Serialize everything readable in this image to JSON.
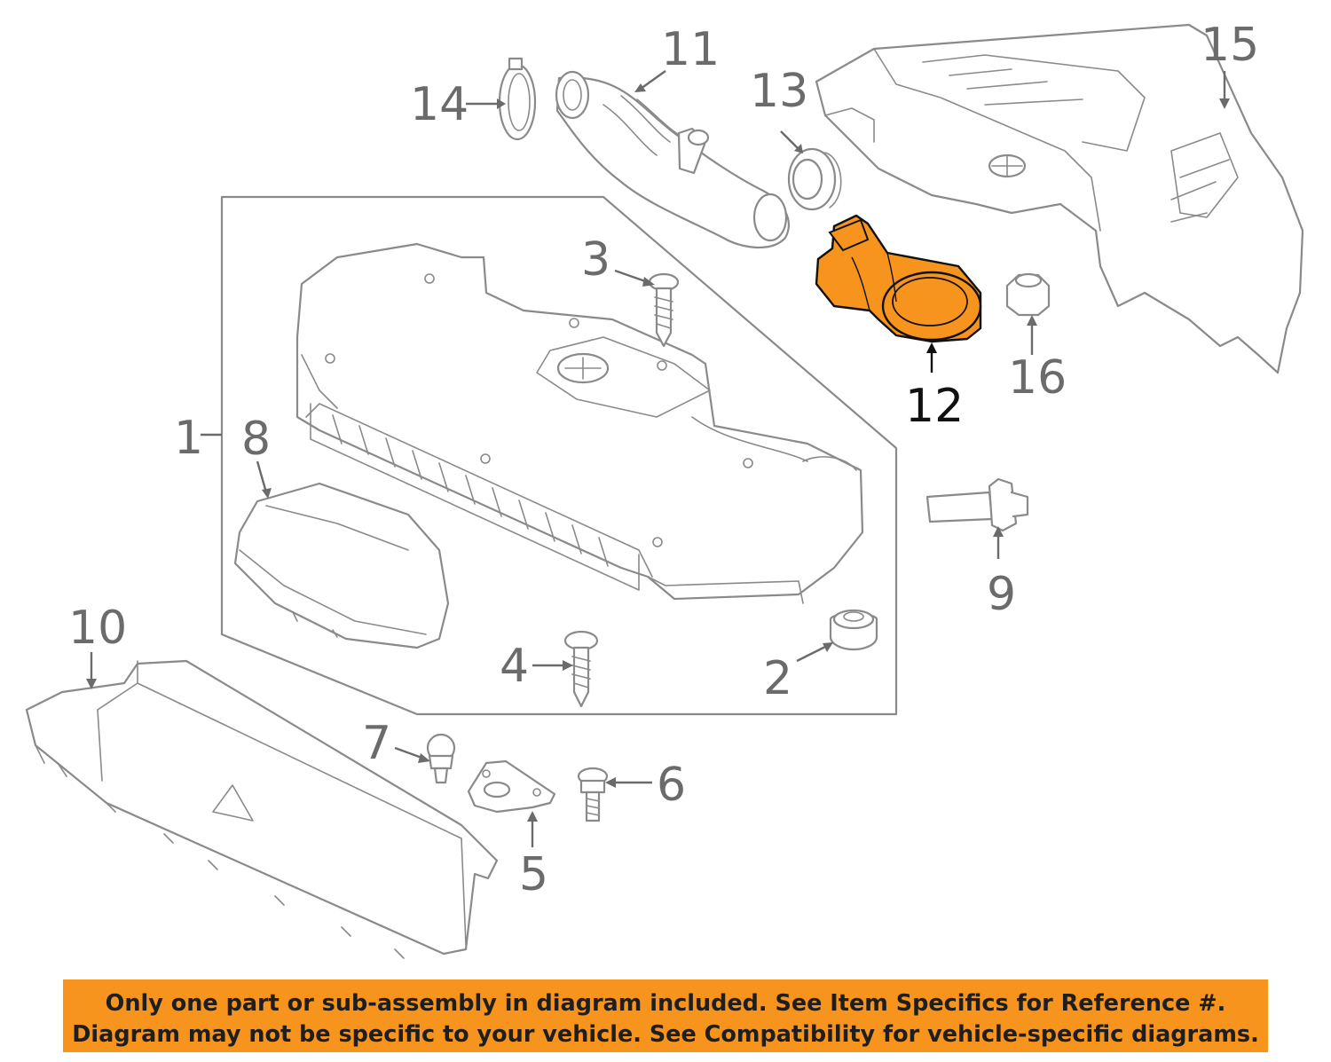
{
  "callouts": [
    {
      "id": "1",
      "text": "1"
    },
    {
      "id": "2",
      "text": "2"
    },
    {
      "id": "3",
      "text": "3"
    },
    {
      "id": "4",
      "text": "4"
    },
    {
      "id": "5",
      "text": "5"
    },
    {
      "id": "6",
      "text": "6"
    },
    {
      "id": "7",
      "text": "7"
    },
    {
      "id": "8",
      "text": "8"
    },
    {
      "id": "9",
      "text": "9"
    },
    {
      "id": "10",
      "text": "10"
    },
    {
      "id": "11",
      "text": "11"
    },
    {
      "id": "12",
      "text": "12"
    },
    {
      "id": "13",
      "text": "13"
    },
    {
      "id": "14",
      "text": "14"
    },
    {
      "id": "15",
      "text": "15"
    },
    {
      "id": "16",
      "text": "16"
    }
  ],
  "highlighted_part": "12",
  "colors": {
    "highlight": "#f7941d",
    "outline": "#8a8a8a",
    "label": "#6b6b6b",
    "banner": "#f7941d"
  },
  "banner": {
    "line1": "Only one part or sub-assembly in diagram included. See Item Specifics for Reference #.",
    "line2": "Diagram may not be specific to your vehicle. See Compatibility for vehicle-specific diagrams."
  }
}
